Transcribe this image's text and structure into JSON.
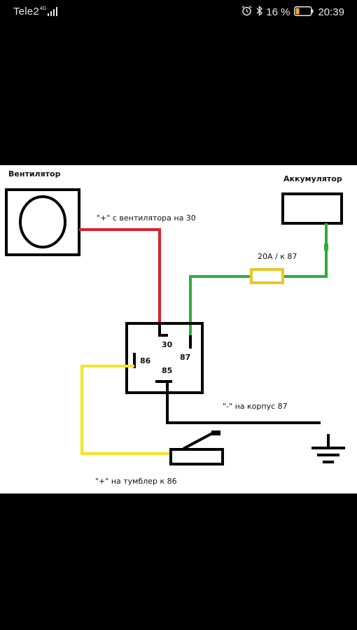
{
  "status_bar": {
    "carrier": "Tele2",
    "network_type": "4G",
    "battery_percent": "16 %",
    "time": "20:39",
    "icons": [
      "signal-icon",
      "alarm-icon",
      "bluetooth-icon",
      "battery-icon"
    ],
    "battery_color": "#f5a623"
  },
  "diagram": {
    "fan_label": "Вентилятор",
    "battery_label": "Аккумулятор",
    "wire_fan_label": "\"+\" с вентилятора на 30",
    "fuse_label": "20А / к 87",
    "ground_label": "\"-\" на корпус 87",
    "toggle_label": "\"+\" на тумблер к 86",
    "relay_pins": {
      "p30": "30",
      "p86": "86",
      "p87": "87",
      "p85": "85"
    },
    "colors": {
      "red_wire": "#d8212b",
      "green_wire": "#2fae3a",
      "yellow_wire": "#f2e52b",
      "fuse": "#e8c62a",
      "black": "#000000"
    }
  }
}
